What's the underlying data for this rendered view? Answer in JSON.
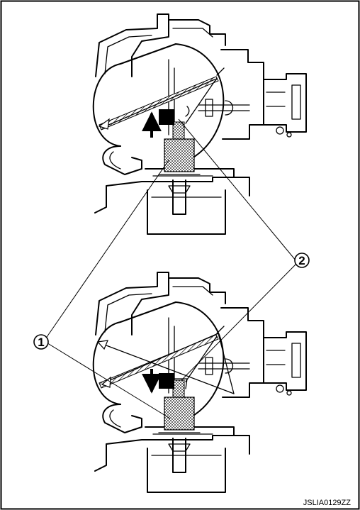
{
  "callouts": [
    {
      "id": "1",
      "label": "1"
    },
    {
      "id": "2",
      "label": "2"
    }
  ],
  "figure_code": "JSLIA0129ZZ",
  "colors": {
    "line": "#000000",
    "background": "#ffffff"
  }
}
